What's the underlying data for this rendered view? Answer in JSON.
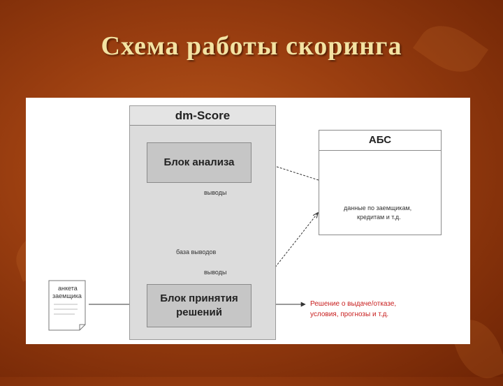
{
  "slide": {
    "title": "Схема работы скоринга"
  },
  "diagram": {
    "dm_score": {
      "title": "dm-Score"
    },
    "analysis_block": {
      "label": "Блок анализа"
    },
    "conclusions_arrow_1": {
      "label": "выводы"
    },
    "conclusions_db": {
      "label": "база выводов"
    },
    "conclusions_arrow_2": {
      "label": "выводы"
    },
    "decision_block": {
      "line1": "Блок принятия",
      "line2": "решений"
    },
    "abs": {
      "title": "АБС",
      "db_caption_line1": "данные по заемщикам,",
      "db_caption_line2": "кредитам и т.д."
    },
    "borrower_form": {
      "line1": "анкета",
      "line2": "заемщика"
    },
    "output": {
      "line1": "Решение о выдаче/отказе,",
      "line2": "условия, прогнозы и т.д."
    }
  }
}
